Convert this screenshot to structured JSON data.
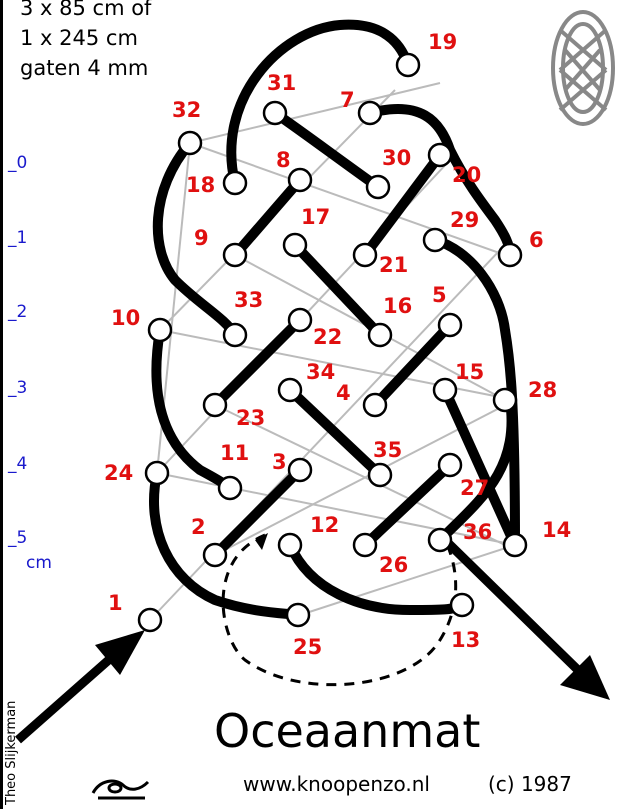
{
  "spec": {
    "line1": "3 x 85 cm of",
    "line2": "1 x 245 cm",
    "line3": "gaten 4 mm"
  },
  "ruler": {
    "ticks": [
      "0",
      "1",
      "2",
      "3",
      "4",
      "5"
    ],
    "unit": "cm"
  },
  "labels": [
    "1",
    "2",
    "3",
    "4",
    "5",
    "6",
    "7",
    "8",
    "9",
    "10",
    "11",
    "12",
    "13",
    "14",
    "15",
    "16",
    "17",
    "18",
    "19",
    "20",
    "21",
    "22",
    "23",
    "24",
    "25",
    "26",
    "27",
    "28",
    "29",
    "30",
    "31",
    "32",
    "33",
    "34",
    "35",
    "36"
  ],
  "title": "Oceaanmat",
  "footer": {
    "url": "www.knoopenzo.nl",
    "copyright": "(c) 1987"
  },
  "author": "Theo Slijkerman",
  "colors": {
    "label": "#e01010",
    "ruler": "#1a1acc",
    "rope": "#000000",
    "grid": "#bbbbbb"
  }
}
